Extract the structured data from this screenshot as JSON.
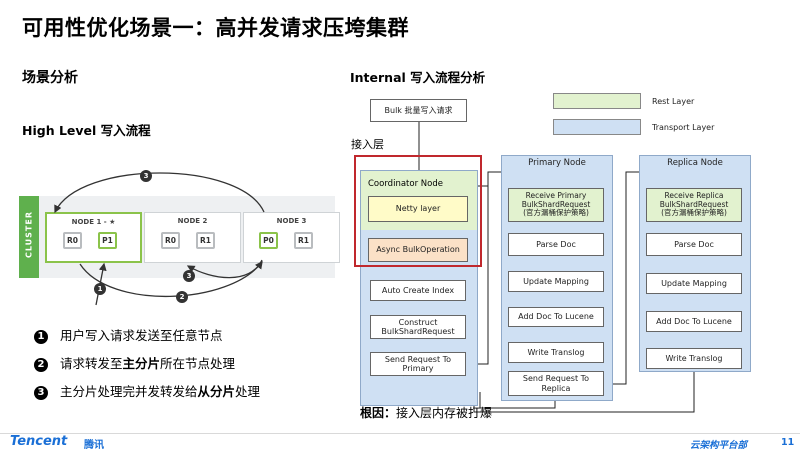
{
  "title": "可用性优化场景一：高并发请求压垮集群",
  "section_scene": "场景分析",
  "high_level_title": "High Level 写入流程",
  "internal_title": "Internal 写入流程分析",
  "cluster": {
    "tab_label": "CLUSTER",
    "nodes": [
      {
        "name": "NODE 1 - ★",
        "shards": [
          "R0",
          "P1"
        ]
      },
      {
        "name": "NODE 2",
        "shards": [
          "R0",
          "R1"
        ]
      },
      {
        "name": "NODE 3",
        "shards": [
          "P0",
          "R1"
        ]
      }
    ],
    "steps": [
      "1",
      "2",
      "3"
    ]
  },
  "bullets": [
    {
      "num": "1",
      "text_a": "用户写入请求发送至任意节点",
      "bold": "",
      "text_b": ""
    },
    {
      "num": "2",
      "text_a": "请求转发至",
      "bold": "主分片",
      "text_b": "所在节点处理"
    },
    {
      "num": "3",
      "text_a": "主分片处理完并发转发给",
      "bold": "从分片",
      "text_b": "处理"
    }
  ],
  "flow": {
    "start": "Bulk 批量写入请求",
    "access_layer": "接入层",
    "coordinator_title": "Coordinator Node",
    "netty": "Netty layer",
    "async_bulk": "Async BulkOperation",
    "auto_create": "Auto Create Index",
    "construct": "Construct\nBulkShardRequest",
    "send_primary": "Send Request To\nPrimary",
    "primary_title": "Primary Node",
    "primary_steps": [
      "Receive Primary\nBulkShardRequest\n(官方漏桶保护策略)",
      "Parse Doc",
      "Update Mapping",
      "Add Doc To Lucene",
      "Write Translog",
      "Send Request To\nReplica"
    ],
    "replica_title": "Replica Node",
    "replica_steps": [
      "Receive Replica\nBulkShardRequest\n(官方漏桶保护策略)",
      "Parse Doc",
      "Update Mapping",
      "Add Doc To Lucene",
      "Write Translog"
    ],
    "legend_rest": "Rest Layer",
    "legend_transport": "Transport Layer"
  },
  "root_cause_label": "根因：",
  "root_cause_text": "接入层内存被打爆",
  "footer": {
    "logo": "Tencent",
    "logo_cn": "腾讯",
    "dept": "云架构平台部",
    "page": "11"
  },
  "colors": {
    "green": "#5fb04d",
    "brand_blue": "#1a6fd6",
    "highlight_red": "#c0282d"
  }
}
